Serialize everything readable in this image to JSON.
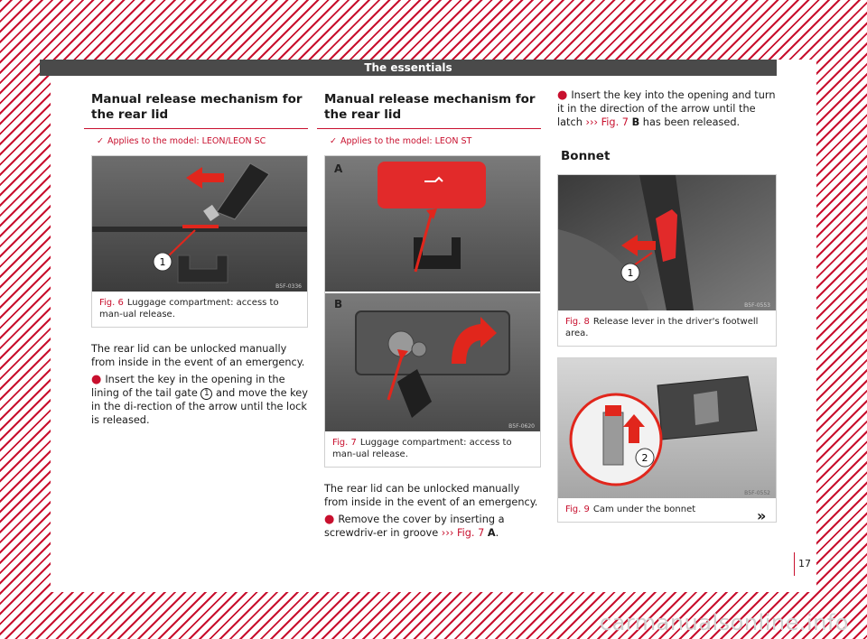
{
  "header": {
    "title": "The essentials"
  },
  "col1": {
    "heading": "Manual release mechanism for the rear lid",
    "applies": "Applies to the model: LEON/LEON SC",
    "figure": {
      "code": "B5F-0336",
      "marker": "1",
      "label": "Fig. 6",
      "caption": "Luggage compartment: access to man-ual release."
    },
    "para1": "The rear lid can be unlocked manually from inside in the event of an emergency.",
    "bullet_before": "Insert the key in the opening in the lining of the tail gate",
    "bullet_num": "1",
    "bullet_after": "and move the key in the di-rection of the arrow until the lock is released."
  },
  "col2": {
    "heading": "Manual release mechanism for the rear lid",
    "applies": "Applies to the model: LEON ST",
    "figure": {
      "code_a": "B5F-0620",
      "panel_a": "A",
      "panel_b": "B",
      "label": "Fig. 7",
      "caption": "Luggage compartment: access to man-ual release."
    },
    "para1": "The rear lid can be unlocked manually from inside in the event of an emergency.",
    "bullet_text": "Remove the cover by inserting a screwdriv-er in groove",
    "bullet_ref": "››› Fig. 7",
    "bullet_letter": "A",
    "bullet_end": "."
  },
  "col3": {
    "bullet_text": "Insert the key into the opening and turn it in the direction of the arrow until the latch",
    "bullet_ref": "››› Fig. 7",
    "bullet_letter": "B",
    "bullet_end": "has been released.",
    "heading": "Bonnet",
    "fig8": {
      "code": "B5F-0553",
      "marker": "1",
      "label": "Fig. 8",
      "caption": "Release lever in the driver's footwell area."
    },
    "fig9": {
      "code": "B5F-0552",
      "marker": "2",
      "label": "Fig. 9",
      "caption": "Cam under the bonnet"
    }
  },
  "footer": {
    "continue": "»",
    "page_number": "17",
    "watermark": "carmanualsonline.info"
  },
  "colors": {
    "accent": "#c8102e",
    "header_bg": "#4a4a4a"
  }
}
